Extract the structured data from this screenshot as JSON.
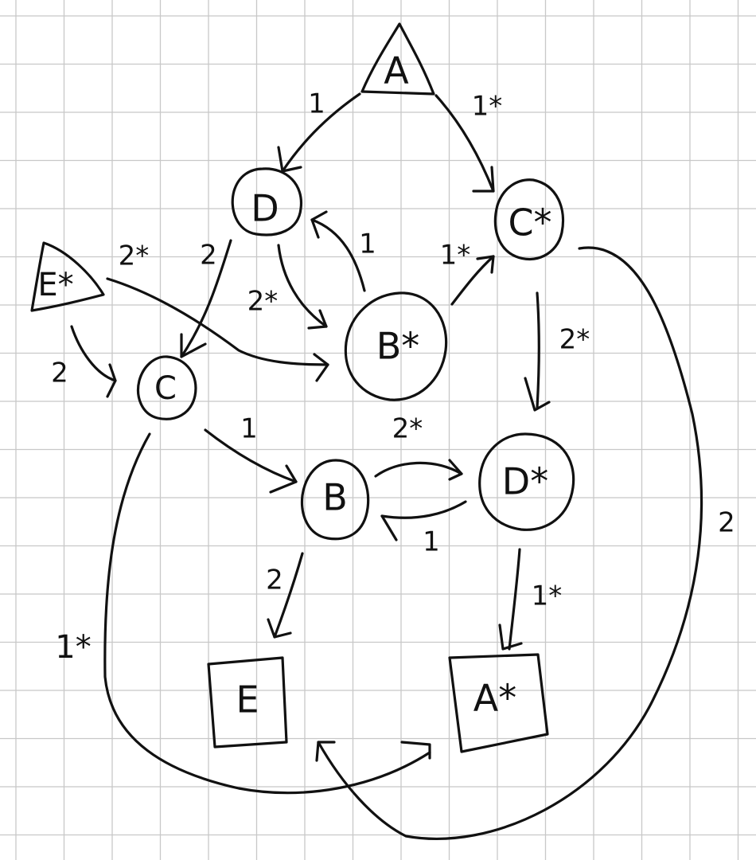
{
  "diagram": {
    "colors": {
      "background": "#ffffff",
      "grid": "#c8c8c8",
      "ink": "#111111"
    },
    "nodes": [
      {
        "id": "A",
        "label": "A",
        "shape": "triangle"
      },
      {
        "id": "D",
        "label": "D",
        "shape": "circle"
      },
      {
        "id": "Cstar",
        "label": "C*",
        "shape": "circle"
      },
      {
        "id": "Estar",
        "label": "E*",
        "shape": "triangle"
      },
      {
        "id": "Bstar",
        "label": "B*",
        "shape": "circle"
      },
      {
        "id": "C",
        "label": "C",
        "shape": "circle"
      },
      {
        "id": "B",
        "label": "B",
        "shape": "circle"
      },
      {
        "id": "Dstar",
        "label": "D*",
        "shape": "circle"
      },
      {
        "id": "E",
        "label": "E",
        "shape": "square"
      },
      {
        "id": "Astar",
        "label": "A*",
        "shape": "square"
      }
    ],
    "edges": [
      {
        "id": "A-D",
        "from": "A",
        "to": "D",
        "label": "1"
      },
      {
        "id": "A-Cstar",
        "from": "A",
        "to": "Cstar",
        "label": "1*"
      },
      {
        "id": "D-C",
        "from": "D",
        "to": "C",
        "label": "2"
      },
      {
        "id": "D-Bstar",
        "from": "D",
        "to": "Bstar",
        "label": "2*"
      },
      {
        "id": "Bstar-D",
        "from": "Bstar",
        "to": "D",
        "label": "1"
      },
      {
        "id": "Bstar-Cstar",
        "from": "Bstar",
        "to": "Cstar",
        "label": "1*"
      },
      {
        "id": "Estar-Bstar",
        "from": "Estar",
        "to": "Bstar",
        "label": "2*"
      },
      {
        "id": "Estar-C",
        "from": "Estar",
        "to": "C",
        "label": "2"
      },
      {
        "id": "Cstar-Dstar",
        "from": "Cstar",
        "to": "Dstar",
        "label": "2*"
      },
      {
        "id": "Cstar-E",
        "from": "Cstar",
        "to": "E",
        "label": "2"
      },
      {
        "id": "C-B",
        "from": "C",
        "to": "B",
        "label": "1"
      },
      {
        "id": "C-Astar",
        "from": "C",
        "to": "Astar",
        "label": "1*"
      },
      {
        "id": "B-Dstar",
        "from": "B",
        "to": "Dstar",
        "label": "2*"
      },
      {
        "id": "Dstar-B",
        "from": "Dstar",
        "to": "B",
        "label": "1"
      },
      {
        "id": "B-E",
        "from": "B",
        "to": "E",
        "label": "2"
      },
      {
        "id": "Dstar-Astar",
        "from": "Dstar",
        "to": "Astar",
        "label": "1*"
      }
    ]
  }
}
